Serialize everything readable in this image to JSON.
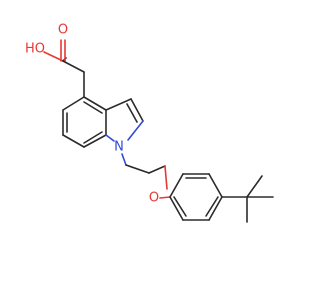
{
  "molecule": {
    "atoms": {
      "carboxyl_oh": "HO",
      "carboxyl_o": "O",
      "indole_n": "N",
      "ether_o": "O"
    },
    "colors": {
      "bond": "#2b2b2b",
      "oxygen": "#e53935",
      "nitrogen": "#2f4bd8"
    }
  }
}
